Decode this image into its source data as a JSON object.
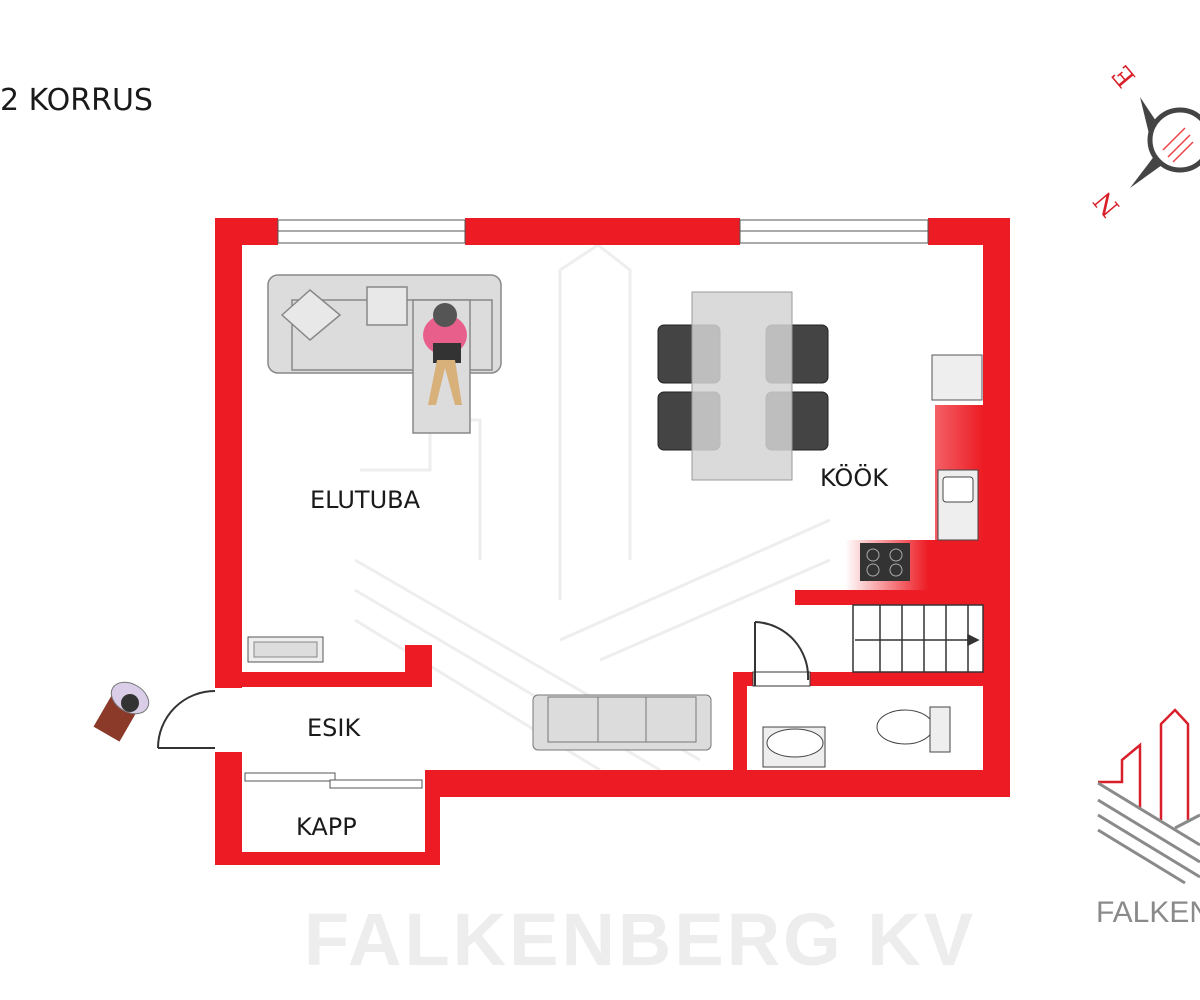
{
  "floor_title": "2 KORRUS",
  "rooms": {
    "living": "ELUTUBA",
    "kitchen": "KÖÖK",
    "hall": "ESIK",
    "closet": "KAPP"
  },
  "watermark": "FALKENBERG KV",
  "logo": {
    "text": "FALKENBERG"
  },
  "compass": {
    "labels": [
      "E",
      "N"
    ]
  },
  "colors": {
    "wall": "#ED1C24",
    "furniture": "#D9D9D9",
    "logo_gray": "#8A8A8A"
  }
}
